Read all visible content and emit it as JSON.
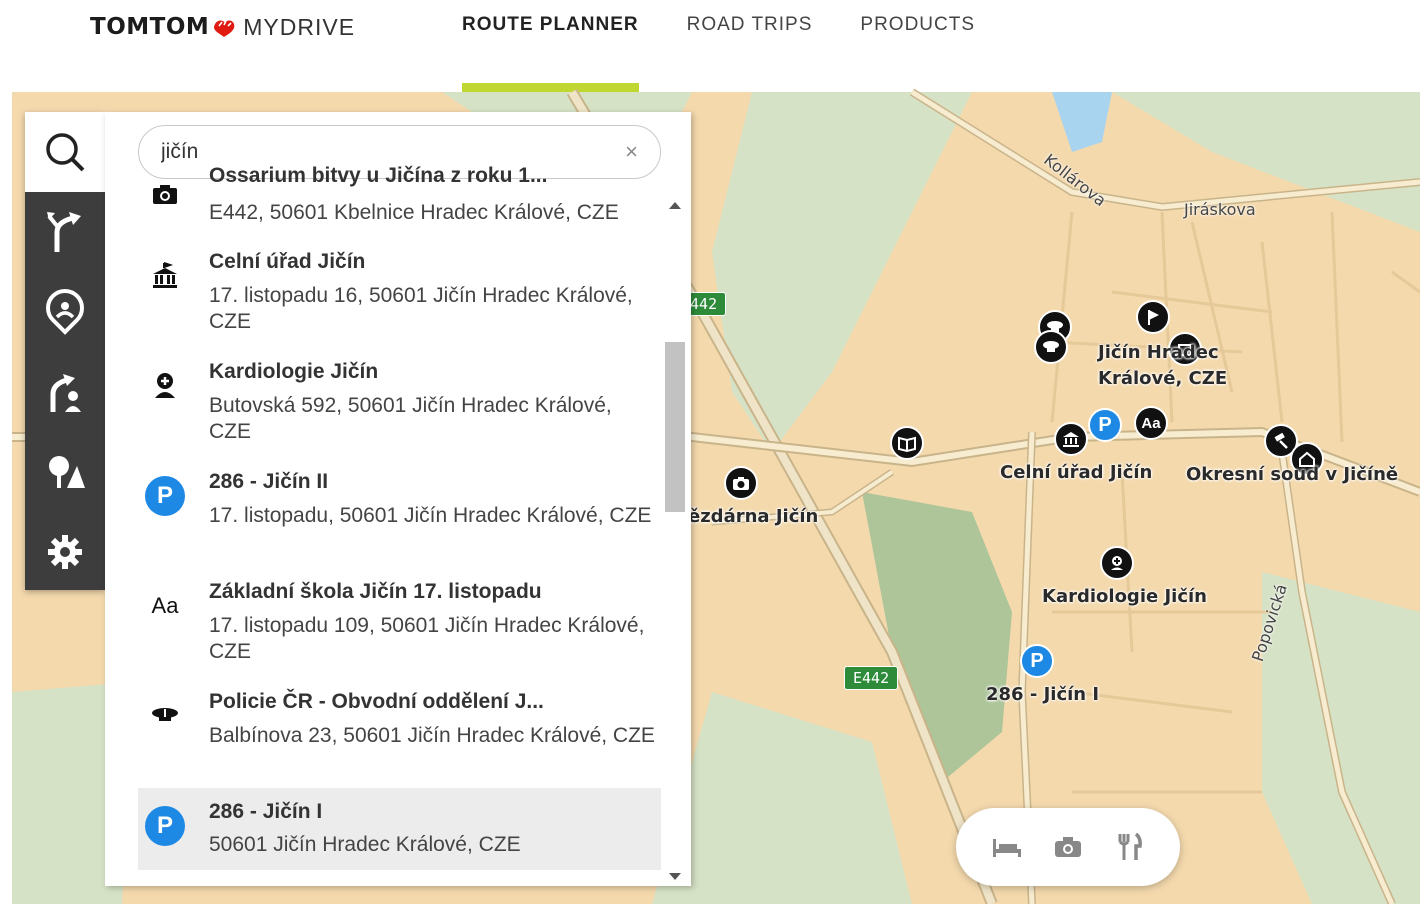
{
  "brand": {
    "primary": "TOMTOM",
    "secondary": "MYDRIVE"
  },
  "nav": [
    {
      "label": "ROUTE PLANNER",
      "active": true
    },
    {
      "label": "ROAD TRIPS",
      "active": false
    },
    {
      "label": "PRODUCTS",
      "active": false
    }
  ],
  "search": {
    "value": "jičín",
    "clear_label": "×"
  },
  "results": [
    {
      "title": "Ossarium bitvy u Jičína z roku 1...",
      "address": "E442, 50601 Kbelnice Hradec Králové, CZE",
      "icon": "camera-icon"
    },
    {
      "title": "Celní úřad Jičín",
      "address": "17. listopadu 16, 50601 Jičín Hradec Králové, CZE",
      "icon": "government-building-icon"
    },
    {
      "title": "Kardiologie Jičín",
      "address": "Butovská 592, 50601 Jičín Hradec Králové, CZE",
      "icon": "doctor-icon"
    },
    {
      "title": "286 - Jičín II",
      "address": "17. listopadu, 50601 Jičín Hradec Králové, CZE",
      "icon": "parking-icon"
    },
    {
      "title": "Základní škola Jičín 17. listopadu",
      "address": "17. listopadu 109, 50601 Jičín Hradec Králové, CZE",
      "icon": "school-icon"
    },
    {
      "title": "Policie ČR - Obvodní oddělení J...",
      "address": "Balbínova 23, 50601 Jičín Hradec Králové, CZE",
      "icon": "police-icon"
    },
    {
      "title": "286 - Jičín I",
      "address": "50601 Jičín Hradec Králové, CZE",
      "icon": "parking-icon"
    }
  ],
  "school_icon_text": "Aa",
  "parking_icon_text": "P",
  "map": {
    "streets": [
      "Kollárova",
      "Jiráskova",
      "Popovická"
    ],
    "roads": [
      "E442",
      "E442"
    ],
    "labels": [
      "Jičín Hradec Králové, CZE",
      "Celní úřad Jičín",
      "Okresní soud v Jičíně",
      "Kardiologie Jičín",
      "286 - Jičín I",
      "ězdárna Jičín"
    ],
    "poi_parking": "P",
    "poi_school": "Aa"
  },
  "colors": {
    "accent": "#bfd730",
    "parking": "#1e88e5",
    "map_base": "#f4d9ad",
    "road_shield": "#2e8b3a"
  }
}
